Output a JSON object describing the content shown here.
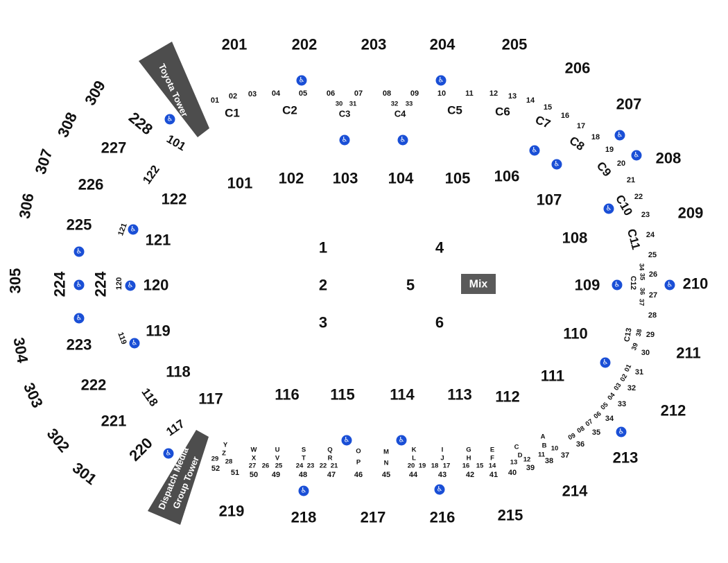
{
  "colors": {
    "tower": "#4d4d4d",
    "mix": "#5a5a5a",
    "accessible": "#1a4fd6",
    "text": "#111111"
  },
  "towers": {
    "toyota": "Toyota Tower",
    "dispatch_line1": "Dispatch Media",
    "dispatch_line2": "Group Tower"
  },
  "mix_label": "Mix",
  "accessible_icon": "wheelchair-icon",
  "sections_300": [
    "309",
    "308",
    "307",
    "306",
    "305",
    "304",
    "303",
    "302",
    "301"
  ],
  "sections_200": [
    "201",
    "202",
    "203",
    "204",
    "205",
    "206",
    "207",
    "208",
    "209",
    "210",
    "211",
    "212",
    "213",
    "214",
    "215",
    "216",
    "217",
    "218",
    "219",
    "220",
    "221",
    "222",
    "223",
    "224",
    "225",
    "226",
    "227",
    "228"
  ],
  "sections_100": [
    "101",
    "102",
    "103",
    "104",
    "105",
    "106",
    "107",
    "108",
    "109",
    "110",
    "111",
    "112",
    "113",
    "114",
    "115",
    "116",
    "117",
    "118",
    "119",
    "120",
    "121",
    "122"
  ],
  "small_labels": [
    "228",
    "101",
    "122",
    "121",
    "120",
    "119",
    "118",
    "117",
    "224"
  ],
  "floor": [
    "1",
    "2",
    "3",
    "4",
    "5",
    "6"
  ],
  "suites": [
    "C1",
    "C2",
    "C3",
    "C4",
    "C5",
    "C6",
    "C7",
    "C8",
    "C9",
    "C10",
    "C11",
    "C12",
    "C13"
  ],
  "boxes_top": [
    "01",
    "02",
    "03",
    "04",
    "05",
    "06",
    "07",
    "08",
    "09",
    "10",
    "11",
    "12",
    "13",
    "14",
    "15",
    "16",
    "17",
    "18",
    "19",
    "20",
    "21",
    "22",
    "23",
    "24",
    "25",
    "26",
    "27",
    "28",
    "29",
    "30",
    "30",
    "31",
    "32",
    "33",
    "34",
    "35",
    "36",
    "37",
    "38",
    "39"
  ],
  "boxes_right_bottom": [
    "01",
    "02",
    "03",
    "04",
    "05",
    "06",
    "07",
    "08",
    "09",
    "31",
    "32",
    "33",
    "34",
    "35",
    "36",
    "37",
    "38",
    "39",
    "40",
    "41",
    "42",
    "43",
    "44",
    "45",
    "46",
    "47",
    "48",
    "49",
    "50",
    "51",
    "52"
  ],
  "row_letters": [
    "Y",
    "Z",
    "W",
    "X",
    "U",
    "V",
    "S",
    "T",
    "Q",
    "R",
    "O",
    "P",
    "M",
    "N",
    "K",
    "L",
    "I",
    "J",
    "G",
    "H",
    "E",
    "F",
    "C",
    "D",
    "A",
    "B"
  ],
  "row_numbers_bottom": [
    "29",
    "28",
    "27",
    "26",
    "25",
    "24",
    "23",
    "22",
    "21",
    "20",
    "19",
    "18",
    "17",
    "16",
    "15",
    "14",
    "13",
    "12",
    "11",
    "10"
  ]
}
